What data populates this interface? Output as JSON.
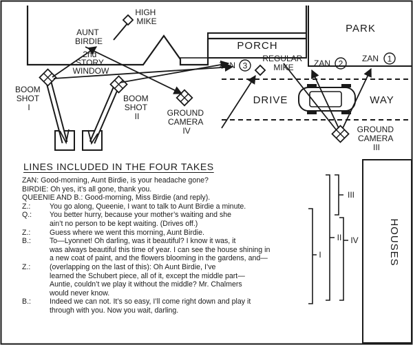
{
  "diagram_labels": {
    "high_mike": [
      "HIGH",
      "MIKE"
    ],
    "aunt_birdie": [
      "AUNT",
      "BIRDIE"
    ],
    "second_story_window": [
      "2nd",
      "STORY",
      "WINDOW"
    ],
    "porch": "PORCH",
    "park": "PARK",
    "regular_mike": [
      "REGULAR",
      "MIKE"
    ],
    "zan3": "ZAN",
    "zan3_num": "3",
    "zan2": "ZAN",
    "zan2_num": "2",
    "zan1": "ZAN",
    "zan1_num": "1",
    "boom_shot_1": [
      "BOOM",
      "SHOT",
      "I"
    ],
    "boom_shot_2": [
      "BOOM",
      "SHOT",
      "II"
    ],
    "ground_camera_4": [
      "GROUND",
      "CAMERA",
      "IV"
    ],
    "drive": "DRIVE",
    "way": "WAY",
    "ground_camera_3": [
      "GROUND",
      "CAMERA",
      "III"
    ],
    "houses": "HOUSES",
    "bracket_3": "III",
    "bracket_2": "II",
    "bracket_4": "IV",
    "bracket_1": "I"
  },
  "lines_section": {
    "heading": "LINES INCLUDED IN THE FOUR TAKES",
    "lines": [
      {
        "speaker": "",
        "text": "ZAN: Good-morning, Aunt Birdie, is your headache gone?",
        "cont": []
      },
      {
        "speaker": "",
        "text": "BIRDIE: Oh yes, it’s all gone, thank you.",
        "cont": []
      },
      {
        "speaker": "",
        "text": "QUEENIE AND B.: Good-morning, Miss Birdie (and reply).",
        "cont": []
      },
      {
        "speaker": "Z.:",
        "text": "You go along, Queenie, I want to talk to Aunt Birdie a minute.",
        "cont": []
      },
      {
        "speaker": "Q.:",
        "text": "You better hurry, because your mother’s waiting and she",
        "cont": [
          "ain’t no person to be kept waiting. (Drives off.)"
        ]
      },
      {
        "speaker": "Z.:",
        "text": "Guess where we went this morning, Aunt Birdie.",
        "cont": []
      },
      {
        "speaker": "B.:",
        "text": "To—Lyonnet! Oh darling, was it beautiful? I know it was, it",
        "cont": [
          "was always beautiful this time of year. I can see the house shining in",
          "a new coat of paint, and the flowers blooming in the gardens, and—"
        ]
      },
      {
        "speaker": "Z.:",
        "text": "(overlapping on the last of this): Oh Aunt Birdie, I’ve",
        "cont": [
          "learned the Schubert piece, all of it, except the middle part—",
          "Auntie, couldn’t we play it without the middle? Mr. Chalmers",
          "would never know."
        ]
      },
      {
        "speaker": "B.:",
        "text": "Indeed we can not. It’s so easy, I’ll come right down and play it",
        "cont": [
          "through with you. Now you wait, darling."
        ]
      }
    ]
  }
}
